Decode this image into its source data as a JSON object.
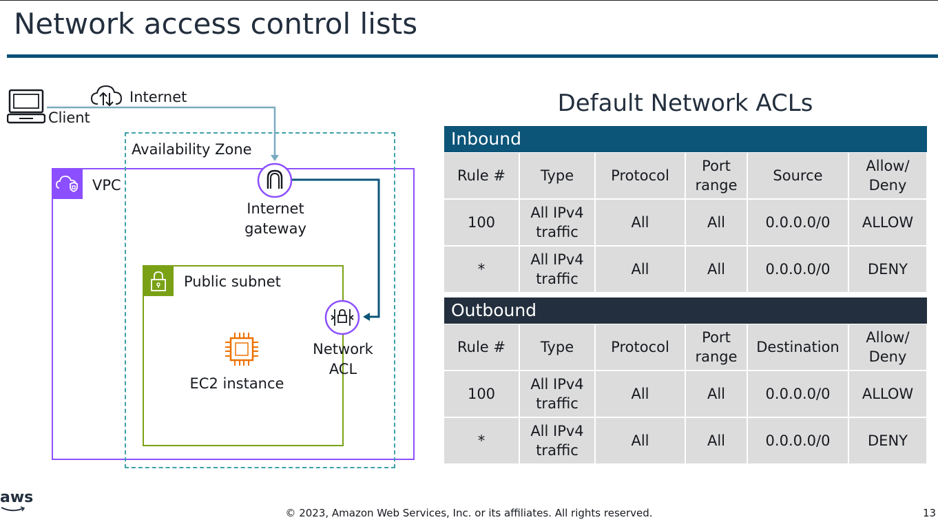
{
  "slide": {
    "title": "Network access control lists",
    "footer": "© 2023, Amazon Web Services, Inc. or its affiliates. All rights reserved.",
    "page_number": "13",
    "logo_text": "aws"
  },
  "diagram": {
    "client_label": "Client",
    "internet_label": "Internet",
    "availability_zone_label": "Availability Zone",
    "vpc_label": "VPC",
    "internet_gateway_label_1": "Internet",
    "internet_gateway_label_2": "gateway",
    "public_subnet_label": "Public subnet",
    "network_acl_label_1": "Network",
    "network_acl_label_2": "ACL",
    "ec2_label": "EC2 instance",
    "colors": {
      "vpc": "#8c4fff",
      "availability_zone": "#3da1a8",
      "subnet": "#7aa116",
      "ec2": "#ed7100",
      "internet_line": "#7aaac0",
      "gateway_line": "#0c5478"
    },
    "icons": [
      "laptop-icon",
      "cloud-icon",
      "vpc-cloud-icon",
      "internet-gateway-icon",
      "lock-icon",
      "network-acl-icon",
      "ec2-chip-icon"
    ]
  },
  "acl": {
    "title": "Default Network ACLs",
    "inbound": {
      "label": "Inbound",
      "headers": [
        [
          "Rule #"
        ],
        [
          "Type"
        ],
        [
          "Protocol"
        ],
        [
          "Port",
          "range"
        ],
        [
          "Source"
        ],
        [
          "Allow/",
          "Deny"
        ]
      ],
      "rows": [
        [
          [
            "100"
          ],
          [
            "All IPv4",
            "traffic"
          ],
          [
            "All"
          ],
          [
            "All"
          ],
          [
            "0.0.0.0/0"
          ],
          [
            "ALLOW"
          ]
        ],
        [
          [
            "*"
          ],
          [
            "All IPv4",
            "traffic"
          ],
          [
            "All"
          ],
          [
            "All"
          ],
          [
            "0.0.0.0/0"
          ],
          [
            "DENY"
          ]
        ]
      ]
    },
    "outbound": {
      "label": "Outbound",
      "headers": [
        [
          "Rule #"
        ],
        [
          "Type"
        ],
        [
          "Protocol"
        ],
        [
          "Port",
          "range"
        ],
        [
          "Destination"
        ],
        [
          "Allow/",
          "Deny"
        ]
      ],
      "rows": [
        [
          [
            "100"
          ],
          [
            "All IPv4",
            "traffic"
          ],
          [
            "All"
          ],
          [
            "All"
          ],
          [
            "0.0.0.0/0"
          ],
          [
            "ALLOW"
          ]
        ],
        [
          [
            "*"
          ],
          [
            "All IPv4",
            "traffic"
          ],
          [
            "All"
          ],
          [
            "All"
          ],
          [
            "0.0.0.0/0"
          ],
          [
            "DENY"
          ]
        ]
      ]
    },
    "colors": {
      "inbound_band": "#0c5478",
      "outbound_band": "#232f3e",
      "cell": "#dcdcdc"
    }
  }
}
